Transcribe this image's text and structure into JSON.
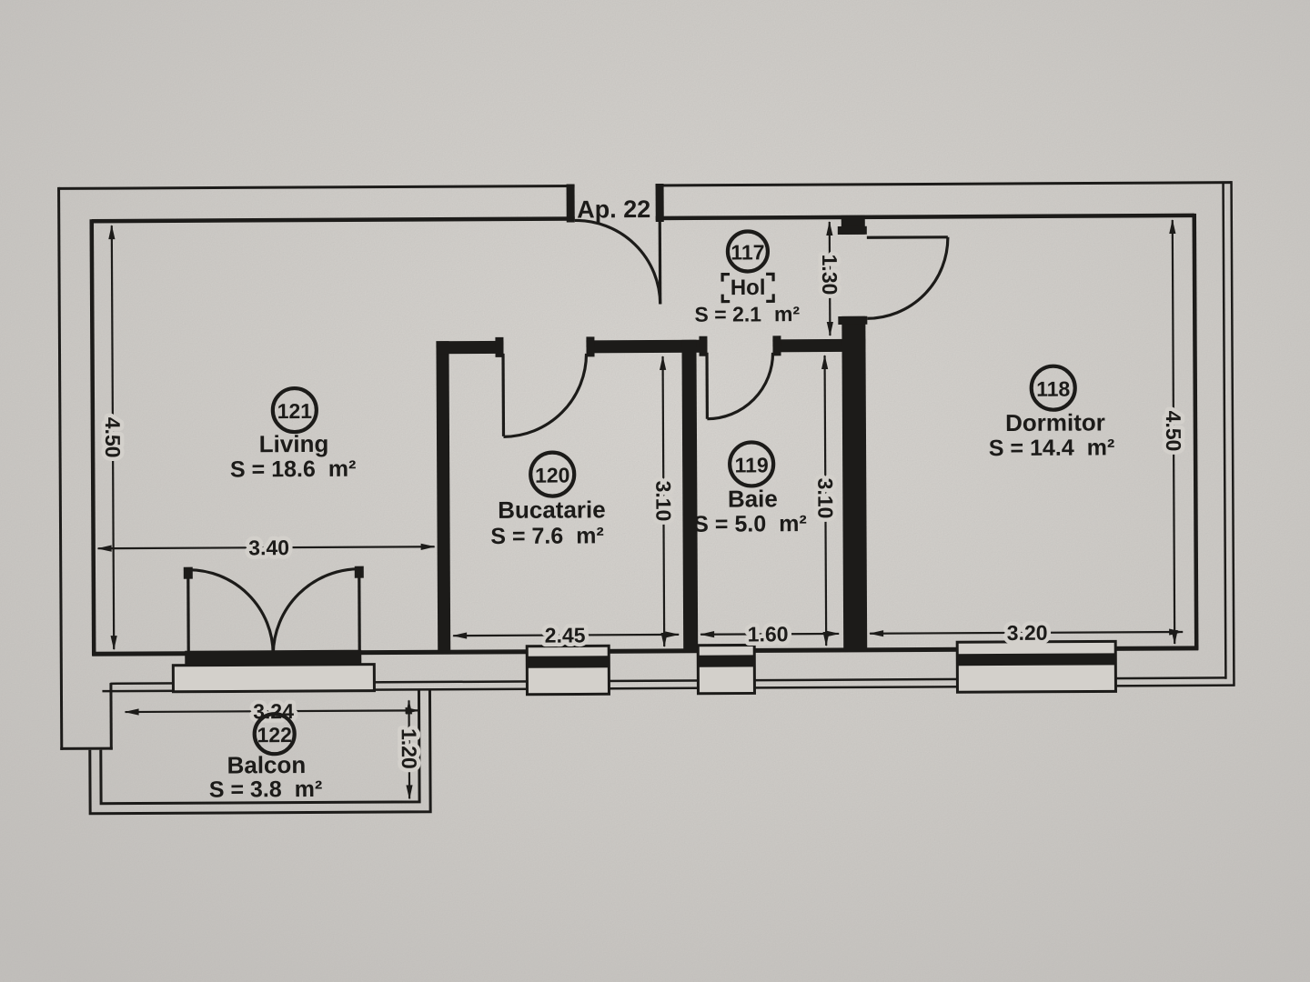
{
  "apartment": {
    "door_label": "Ap. 22"
  },
  "rooms": {
    "hol": {
      "number": "117",
      "name": "Hol",
      "area": "S = 2.1",
      "unit": "m²"
    },
    "dormitor": {
      "number": "118",
      "name": "Dormitor",
      "area": "S = 14.4",
      "unit": "m²"
    },
    "baie": {
      "number": "119",
      "name": "Baie",
      "area": "S = 5.0",
      "unit": "m²"
    },
    "bucatarie": {
      "number": "120",
      "name": "Bucatarie",
      "area": "S = 7.6",
      "unit": "m²"
    },
    "living": {
      "number": "121",
      "name": "Living",
      "area": "S = 18.6",
      "unit": "m²"
    },
    "balcon": {
      "number": "122",
      "name": "Balcon",
      "area": "S = 3.8",
      "unit": "m²"
    }
  },
  "dimensions": {
    "living_height": "4.50",
    "living_width": "3.40",
    "bucatarie_width": "2.45",
    "bucatarie_height": "3.10",
    "baie_width": "1.60",
    "baie_height": "3.10",
    "hol_height": "1.30",
    "dormitor_height": "4.50",
    "dormitor_width": "3.20",
    "balcon_width": "3.24",
    "balcon_depth": "1.20"
  },
  "colors": {
    "paper": "#d3d0cb",
    "ink": "#1c1b19"
  }
}
